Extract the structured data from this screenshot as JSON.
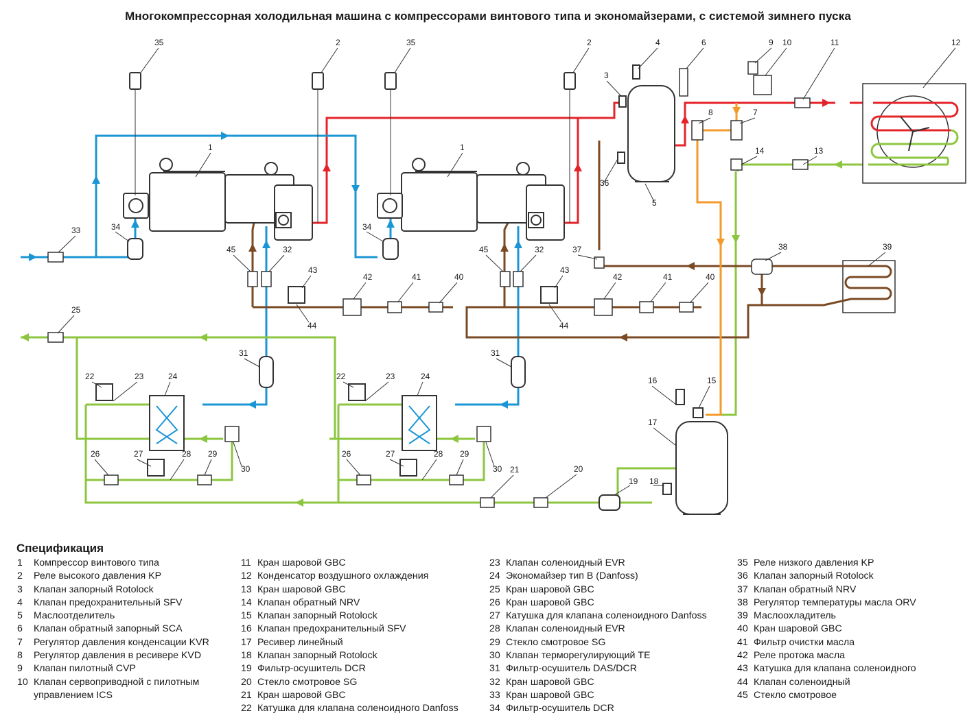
{
  "title": "Многокомпрессорная холодильная машина с компрессорами винтового типа и экономайзерами, с системой зимнего пуска",
  "colors": {
    "discharge": "#e5242a",
    "suction": "#1a96d4",
    "liquid": "#8cc63f",
    "oil": "#7a4a24",
    "bypass": "#f39a2b",
    "equipment": "#333333"
  },
  "labels": {
    "l1a": "1",
    "l1b": "1",
    "l2a": "2",
    "l2b": "2",
    "l3": "3",
    "l4": "4",
    "l5": "5",
    "l6": "6",
    "l7": "7",
    "l8": "8",
    "l9": "9",
    "l10": "10",
    "l11": "11",
    "l12": "12",
    "l13": "13",
    "l14": "14",
    "l15": "15",
    "l16": "16",
    "l17": "17",
    "l18": "18",
    "l19": "19",
    "l20": "20",
    "l21": "21",
    "l22a": "22",
    "l22b": "22",
    "l23a": "23",
    "l23b": "23",
    "l24a": "24",
    "l24b": "24",
    "l25": "25",
    "l26a": "26",
    "l26b": "26",
    "l27a": "27",
    "l27b": "27",
    "l28a": "28",
    "l28b": "28",
    "l29a": "29",
    "l29b": "29",
    "l30a": "30",
    "l30b": "30",
    "l31a": "31",
    "l31b": "31",
    "l32a": "32",
    "l32b": "32",
    "l33": "33",
    "l34a": "34",
    "l34b": "34",
    "l35a": "35",
    "l35b": "35",
    "l36": "36",
    "l37": "37",
    "l38": "38",
    "l39": "39",
    "l40a": "40",
    "l40b": "40",
    "l41a": "41",
    "l41b": "41",
    "l42a": "42",
    "l42b": "42",
    "l43a": "43",
    "l43b": "43",
    "l44a": "44",
    "l44b": "44",
    "l45a": "45",
    "l45b": "45"
  },
  "spec": {
    "heading": "Спецификация",
    "col1": [
      {
        "n": "1",
        "t": "Компрессор винтового типа"
      },
      {
        "n": "2",
        "t": "Реле высокого давления KP"
      },
      {
        "n": "3",
        "t": "Клапан запорный Rotolock"
      },
      {
        "n": "4",
        "t": "Клапан предохранительный SFV"
      },
      {
        "n": "5",
        "t": "Маслоотделитель"
      },
      {
        "n": "6",
        "t": "Клапан обратный запорный SCA"
      },
      {
        "n": "7",
        "t": "Регулятор давления конденсации KVR"
      },
      {
        "n": "8",
        "t": "Регулятор давления в ресивере KVD"
      },
      {
        "n": "9",
        "t": "Клапан пилотный CVP"
      },
      {
        "n": "10",
        "t": "Клапан сервоприводной с пилотным"
      }
    ],
    "col1_cont": "управлением ICS",
    "col2": [
      {
        "n": "11",
        "t": "Кран шаровой GBC"
      },
      {
        "n": "12",
        "t": "Конденсатор воздушного охлаждения"
      },
      {
        "n": "13",
        "t": "Кран шаровой GBC"
      },
      {
        "n": "14",
        "t": "Клапан обратный NRV"
      },
      {
        "n": "15",
        "t": "Клапан запорный Rotolock"
      },
      {
        "n": "16",
        "t": "Клапан предохранительный SFV"
      },
      {
        "n": "17",
        "t": "Ресивер линейный"
      },
      {
        "n": "18",
        "t": "Клапан запорный Rotolock"
      },
      {
        "n": "19",
        "t": "Фильтр-осушитель DCR"
      },
      {
        "n": "20",
        "t": "Стекло смотровое SG"
      },
      {
        "n": "21",
        "t": "Кран шаровой GBC"
      },
      {
        "n": "22",
        "t": "Катушка для клапана соленоидного Danfoss"
      }
    ],
    "col3": [
      {
        "n": "23",
        "t": "Клапан соленоидный EVR"
      },
      {
        "n": "24",
        "t": "Экономайзер тип B (Danfoss)"
      },
      {
        "n": "25",
        "t": "Кран шаровой GBC"
      },
      {
        "n": "26",
        "t": "Кран шаровой GBC"
      },
      {
        "n": "27",
        "t": "Катушка для клапана соленоидного Danfoss"
      },
      {
        "n": "28",
        "t": "Клапан соленоидный EVR"
      },
      {
        "n": "29",
        "t": "Стекло смотровое SG"
      },
      {
        "n": "30",
        "t": "Клапан терморегулирующий TE"
      },
      {
        "n": "31",
        "t": "Фильтр-осушитель DAS/DCR"
      },
      {
        "n": "32",
        "t": "Кран шаровой GBC"
      },
      {
        "n": "33",
        "t": "Кран шаровой GBC"
      },
      {
        "n": "34",
        "t": "Фильтр-осушитель DCR"
      }
    ],
    "col4": [
      {
        "n": "35",
        "t": "Реле низкого давления KP"
      },
      {
        "n": "36",
        "t": "Клапан запорный Rotolock"
      },
      {
        "n": "37",
        "t": "Клапан обратный NRV"
      },
      {
        "n": "38",
        "t": "Регулятор температуры масла ORV"
      },
      {
        "n": "39",
        "t": "Маслоохладитель"
      },
      {
        "n": "40",
        "t": "Кран шаровой GBC"
      },
      {
        "n": "41",
        "t": "Фильтр очистки масла"
      },
      {
        "n": "42",
        "t": "Реле протока масла"
      },
      {
        "n": "43",
        "t": "Катушка для клапана соленоидного"
      },
      {
        "n": "44",
        "t": "Клапан соленоидный"
      },
      {
        "n": "45",
        "t": "Стекло смотровое"
      }
    ]
  }
}
